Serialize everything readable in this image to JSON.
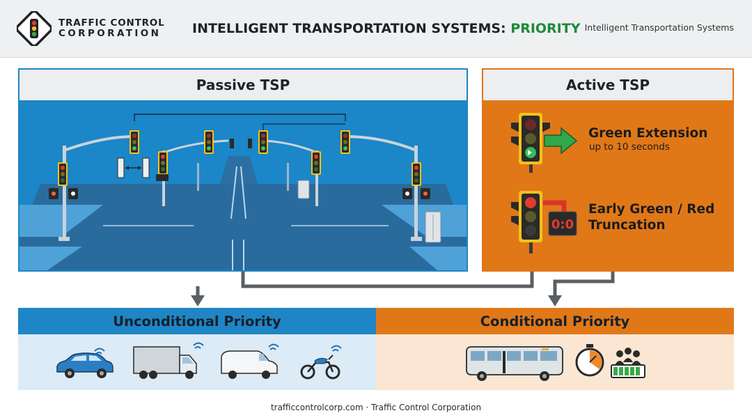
{
  "header": {
    "logo_line1": "TRAFFIC CONTROL",
    "logo_line2": "CORPORATION",
    "title_main": "INTELLIGENT TRANSPORTATION SYSTEMS: ",
    "title_accent": "PRIORITY",
    "right_label": "Intelligent Transportation Systems"
  },
  "passive": {
    "title": "Passive TSP"
  },
  "active": {
    "title": "Active TSP",
    "feature1_title": "Green Extension",
    "feature1_sub": "up to 10 seconds",
    "feature2_line1": "Early Green / Red",
    "feature2_line2": "Truncation",
    "countdown": "0:0"
  },
  "priority": {
    "unconditional_title": "Unconditional Priority",
    "conditional_title": "Conditional Priority"
  },
  "footer": {
    "text": "trafficcontrolcorp.com · Traffic Control Corporation"
  },
  "colors": {
    "blue": "#1e86c6",
    "orange": "#e07818",
    "green_accent": "#1e8a3a",
    "arrow": "#5a5f63"
  },
  "icons": [
    "traffic-light-icon",
    "car-icon",
    "truck-icon",
    "van-icon",
    "motorcycle-icon",
    "bus-icon",
    "stopwatch-icon",
    "passengers-icon"
  ]
}
